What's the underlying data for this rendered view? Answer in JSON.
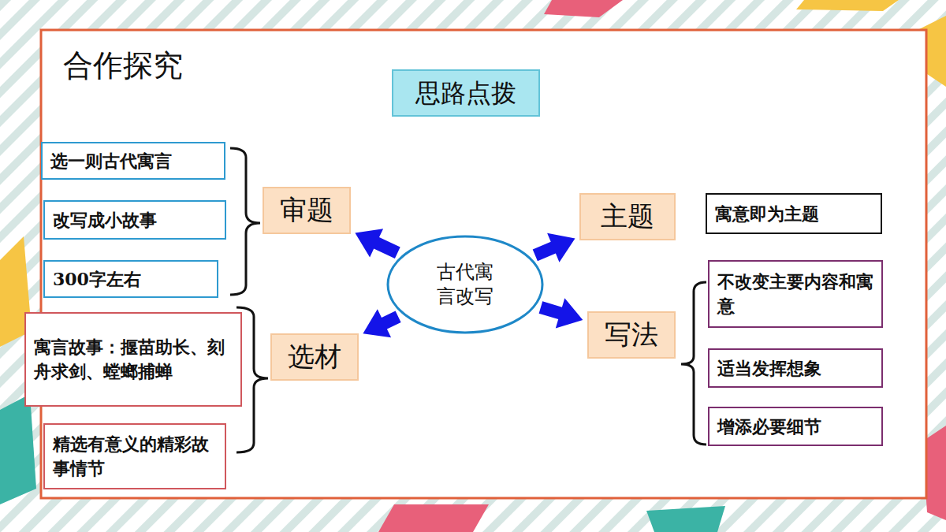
{
  "diagram": {
    "title": "合作探究",
    "nodes": [
      {
        "text": [
          "思路点拨"
        ]
      },
      {
        "text": [
          "古代寓言改写"
        ]
      },
      {
        "text": [
          "审题"
        ]
      },
      {
        "text": [
          "选材"
        ]
      },
      {
        "text": [
          "主题"
        ]
      },
      {
        "text": [
          "写法"
        ]
      },
      {
        "text": [
          "选一则古代寓言"
        ]
      },
      {
        "text": [
          "改写成小故事"
        ]
      },
      {
        "text": [
          "300字左右"
        ]
      },
      {
        "text": [
          "寓言故事：揠苗助长、刻舟求剑、螳螂捕蝉"
        ]
      },
      {
        "text": [
          "精选有意义的精彩故事情节"
        ]
      },
      {
        "text": [
          "寓意即为主题"
        ]
      },
      {
        "text": [
          "不改变主要内容和寓意"
        ]
      },
      {
        "text": [
          "适当发挥想象"
        ]
      },
      {
        "text": [
          "增添必要细节"
        ]
      }
    ],
    "edges": [
      {
        "from": 1,
        "to": 2,
        "arrow": "to"
      },
      {
        "from": 1,
        "to": 3,
        "arrow": "to"
      },
      {
        "from": 1,
        "to": 4,
        "arrow": "to"
      },
      {
        "from": 1,
        "to": 5,
        "arrow": "to"
      }
    ]
  }
}
